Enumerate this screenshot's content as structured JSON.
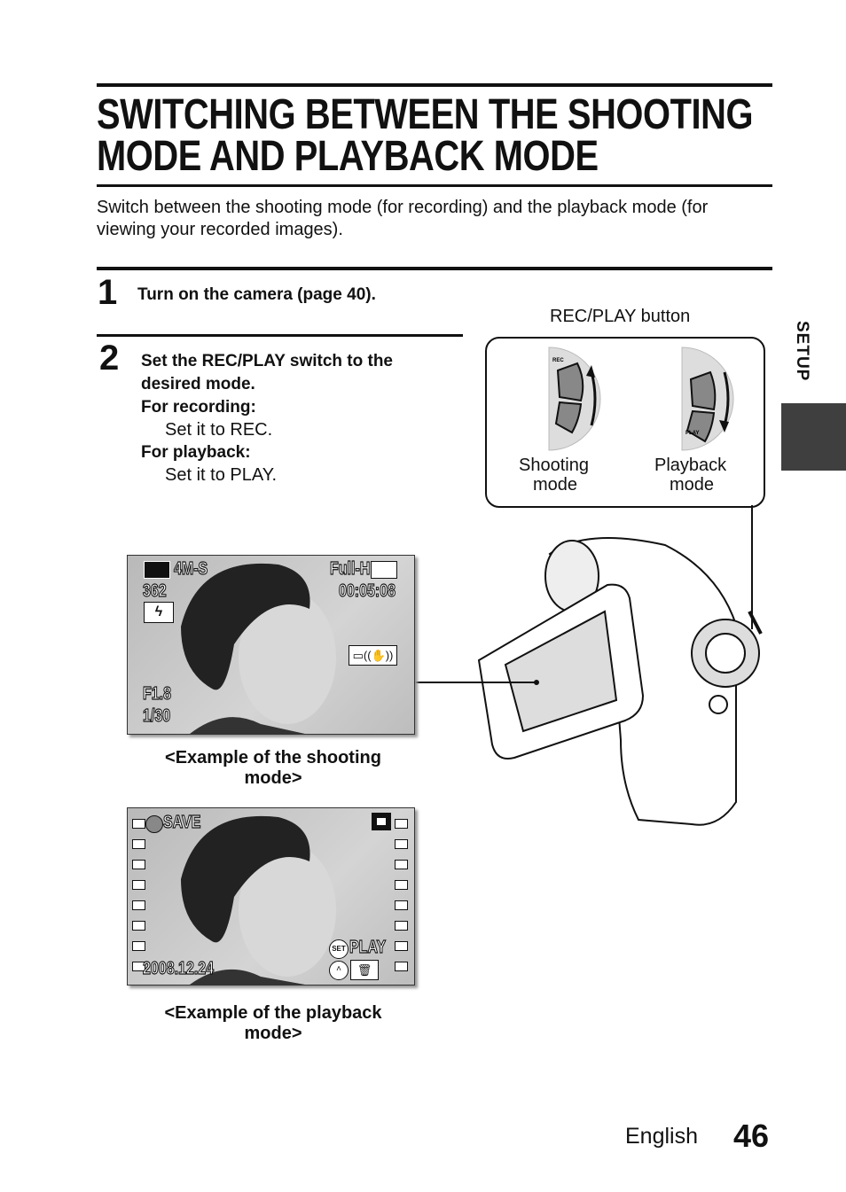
{
  "title": {
    "line1": "SWITCHING BETWEEN THE SHOOTING",
    "line2": "MODE AND PLAYBACK MODE"
  },
  "intro": {
    "line1": "Switch between the shooting mode (for recording) and the playback mode (for",
    "line2": "viewing your recorded images)."
  },
  "steps": [
    {
      "number": "1",
      "text": "Turn on the camera (page 40)."
    },
    {
      "number": "2",
      "line1": "Set the REC/PLAY switch to the",
      "line2": "desired mode.",
      "rec_label": "For recording:",
      "rec_text": "Set it to REC.",
      "play_label": "For playback:",
      "play_text": "Set it to PLAY."
    }
  ],
  "figure": {
    "button_label": "REC/PLAY button",
    "shooting_label": {
      "line1": "Shooting",
      "line2": "mode"
    },
    "playback_label": {
      "line1": "Playback",
      "line2": "mode"
    },
    "dial_rec": "REC",
    "dial_play": "PLAY"
  },
  "shooting_example": {
    "resolution": "4M-S",
    "shots_remaining": "362",
    "video_quality": "Full-HD",
    "time_remaining": "00:05:08",
    "aperture": "F1.8",
    "shutter": "1/30",
    "caption_line1": "<Example of the shooting",
    "caption_line2": "mode>"
  },
  "playback_example": {
    "save_label": "SAVE",
    "set_label": "SET",
    "play_label": "PLAY",
    "date": "2008.12.24",
    "caption_line1": "<Example of the playback",
    "caption_line2": "mode>"
  },
  "side_tab": {
    "label": "SETUP",
    "color": "#3f3f3f"
  },
  "footer": {
    "language": "English",
    "page_number": "46"
  }
}
